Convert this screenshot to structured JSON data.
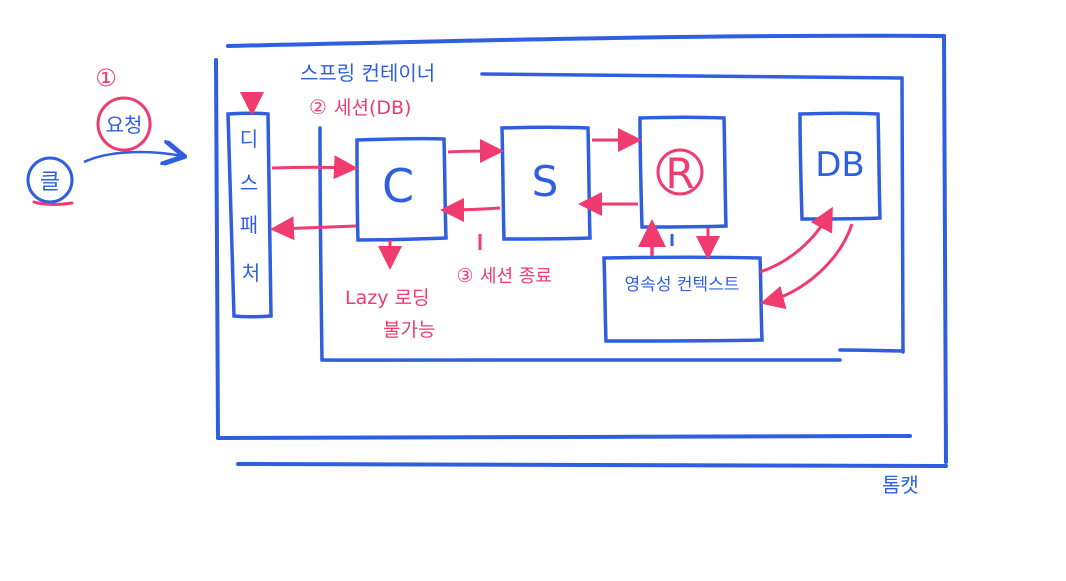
{
  "colors": {
    "blue": "#2f5fe0",
    "pink": "#ef3b6e",
    "background": "#ffffff"
  },
  "client": {
    "label": "클"
  },
  "request": {
    "number": "①",
    "label": "요청"
  },
  "tomcat": {
    "label": "톰캣"
  },
  "spring_container": {
    "label": "스프링 컨테이너"
  },
  "session_open": {
    "number": "②",
    "label": "세션(DB)"
  },
  "session_close": {
    "number": "③",
    "label": "세션 종료"
  },
  "dispatcher": {
    "chars": [
      "디",
      "스",
      "패",
      "처"
    ]
  },
  "controller": {
    "label": "C"
  },
  "service": {
    "label": "S"
  },
  "repository": {
    "label": "R"
  },
  "database": {
    "label": "DB"
  },
  "persistence_context": {
    "label": "영속성 컨텍스트"
  },
  "lazy_note": {
    "line1": "Lazy 로딩",
    "line2": "불가능"
  }
}
